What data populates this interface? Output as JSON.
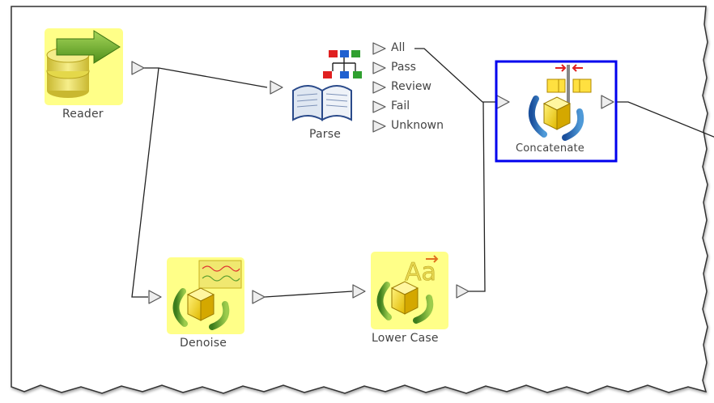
{
  "canvas": {
    "background": "#ffffff",
    "border_color": "#333333",
    "edge_color": "#222222",
    "highlight_color": "#ffff88",
    "selection_color": "#0000ee"
  },
  "nodes": {
    "reader": {
      "label": "Reader",
      "icon": "database-with-arrow-icon",
      "highlighted": true
    },
    "parse": {
      "label": "Parse",
      "icon": "book-with-tree-icon",
      "highlighted": false
    },
    "concatenate": {
      "label": "Concatenate",
      "icon": "merge-cube-icon",
      "highlighted": false,
      "selected": true
    },
    "denoise": {
      "label": "Denoise",
      "icon": "waveform-cube-icon",
      "highlighted": true
    },
    "lower_case": {
      "label": "Lower Case",
      "icon": "letter-case-cube-icon",
      "highlighted": true
    }
  },
  "parse_outputs": [
    "All",
    "Pass",
    "Review",
    "Fail",
    "Unknown"
  ]
}
